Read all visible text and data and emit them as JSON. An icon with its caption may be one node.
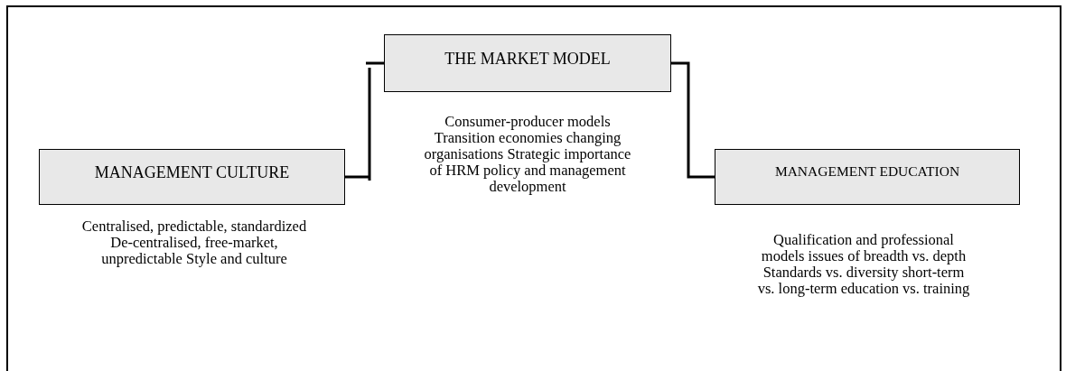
{
  "diagram": {
    "nodes": [
      {
        "text": [
          "THE MARKET MODEL"
        ],
        "beside": [
          "Consumer-producer models Transition economies changing organisations Strategic importance of HRM policy and management development"
        ]
      },
      {
        "text": [
          "MANAGEMENT CULTURE"
        ],
        "beside": [
          "Centralised, predictable, standardized De-centralised, free-market, unpredictable Style and culture"
        ]
      },
      {
        "text": [
          "MANAGEMENT EDUCATION"
        ],
        "beside": [
          "Qualification and professional models issues of breadth vs. depth Standards vs. diversity short-term vs. long-term education vs. training"
        ]
      }
    ],
    "edges": [
      {
        "from": 1,
        "to": 0,
        "arrow": "none"
      },
      {
        "from": 0,
        "to": 2,
        "arrow": "none"
      }
    ]
  }
}
